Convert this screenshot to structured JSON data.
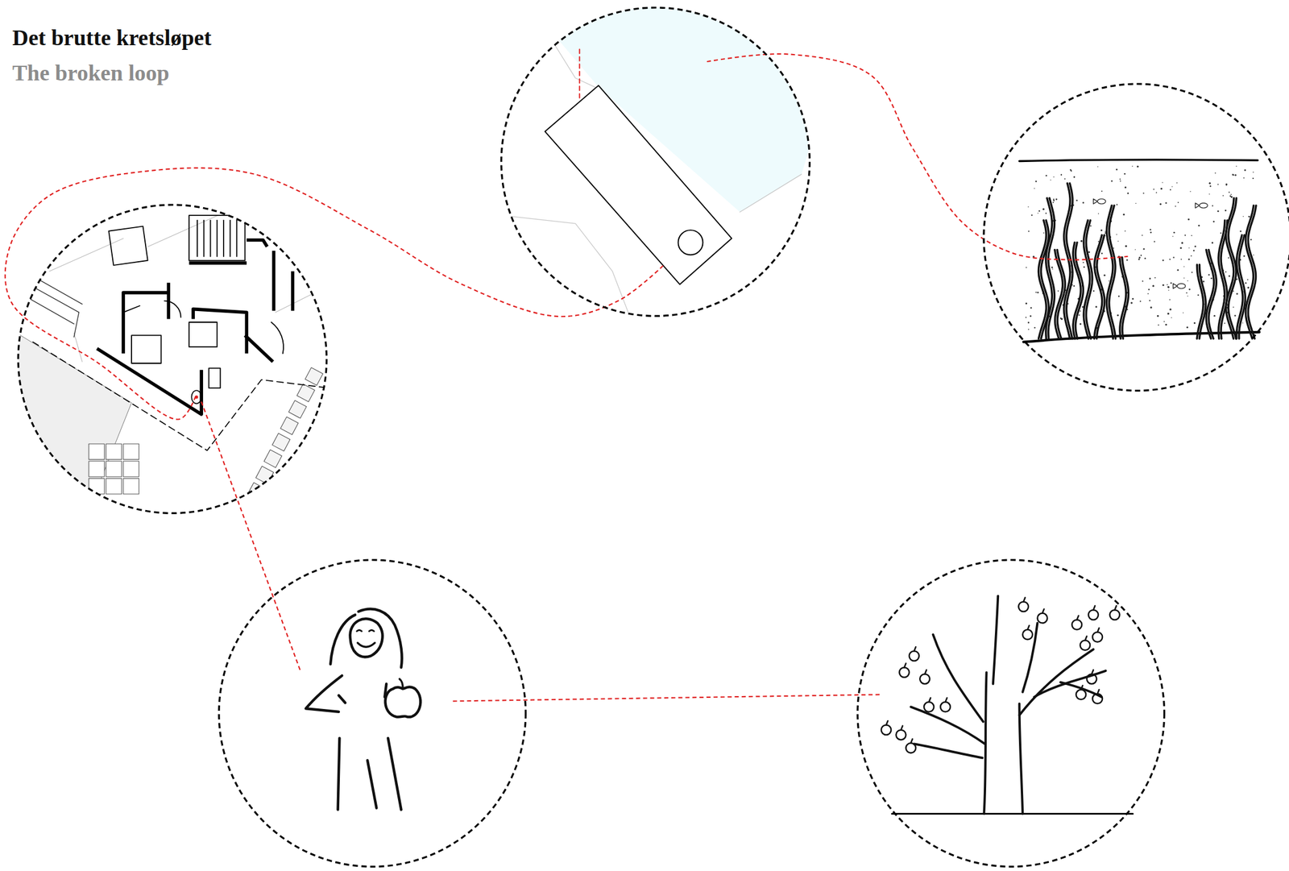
{
  "diagram": {
    "title": "Det brutte kretsløpet",
    "nodes": [
      {
        "text": []
      },
      {
        "text": []
      },
      {
        "text": []
      },
      {
        "text": []
      },
      {
        "text": []
      }
    ],
    "edges": [
      {
        "from": 0,
        "to": 1,
        "arrow": "none"
      },
      {
        "from": 1,
        "to": 2,
        "arrow": "none"
      },
      {
        "from": 4,
        "to": 3,
        "arrow": "none"
      },
      {
        "from": 3,
        "to": 0,
        "arrow": "none"
      }
    ],
    "labels": [
      "The broken loop"
    ]
  }
}
